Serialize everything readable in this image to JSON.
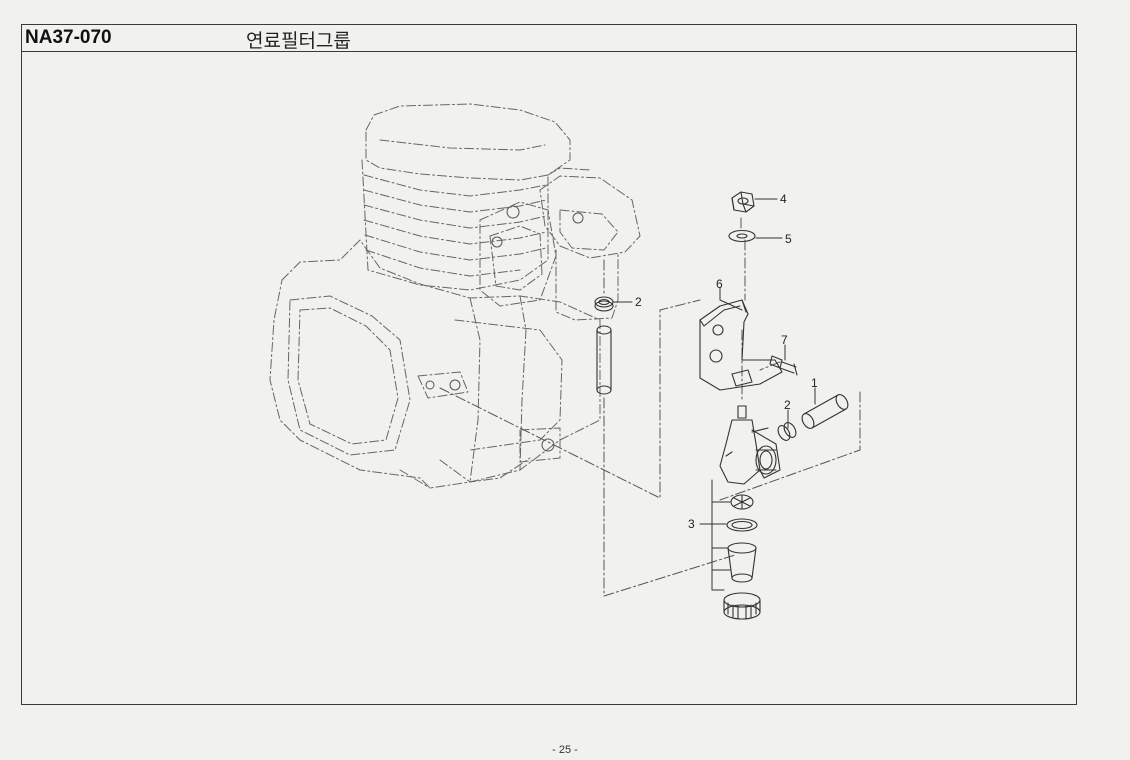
{
  "header": {
    "code": "NA37-070",
    "title": "연료필터그룹"
  },
  "callouts": {
    "c1": "1",
    "c2a": "2",
    "c2b": "2",
    "c3": "3",
    "c4": "4",
    "c5": "5",
    "c6": "6",
    "c7": "7"
  },
  "footer": {
    "page": "- 25 -"
  }
}
